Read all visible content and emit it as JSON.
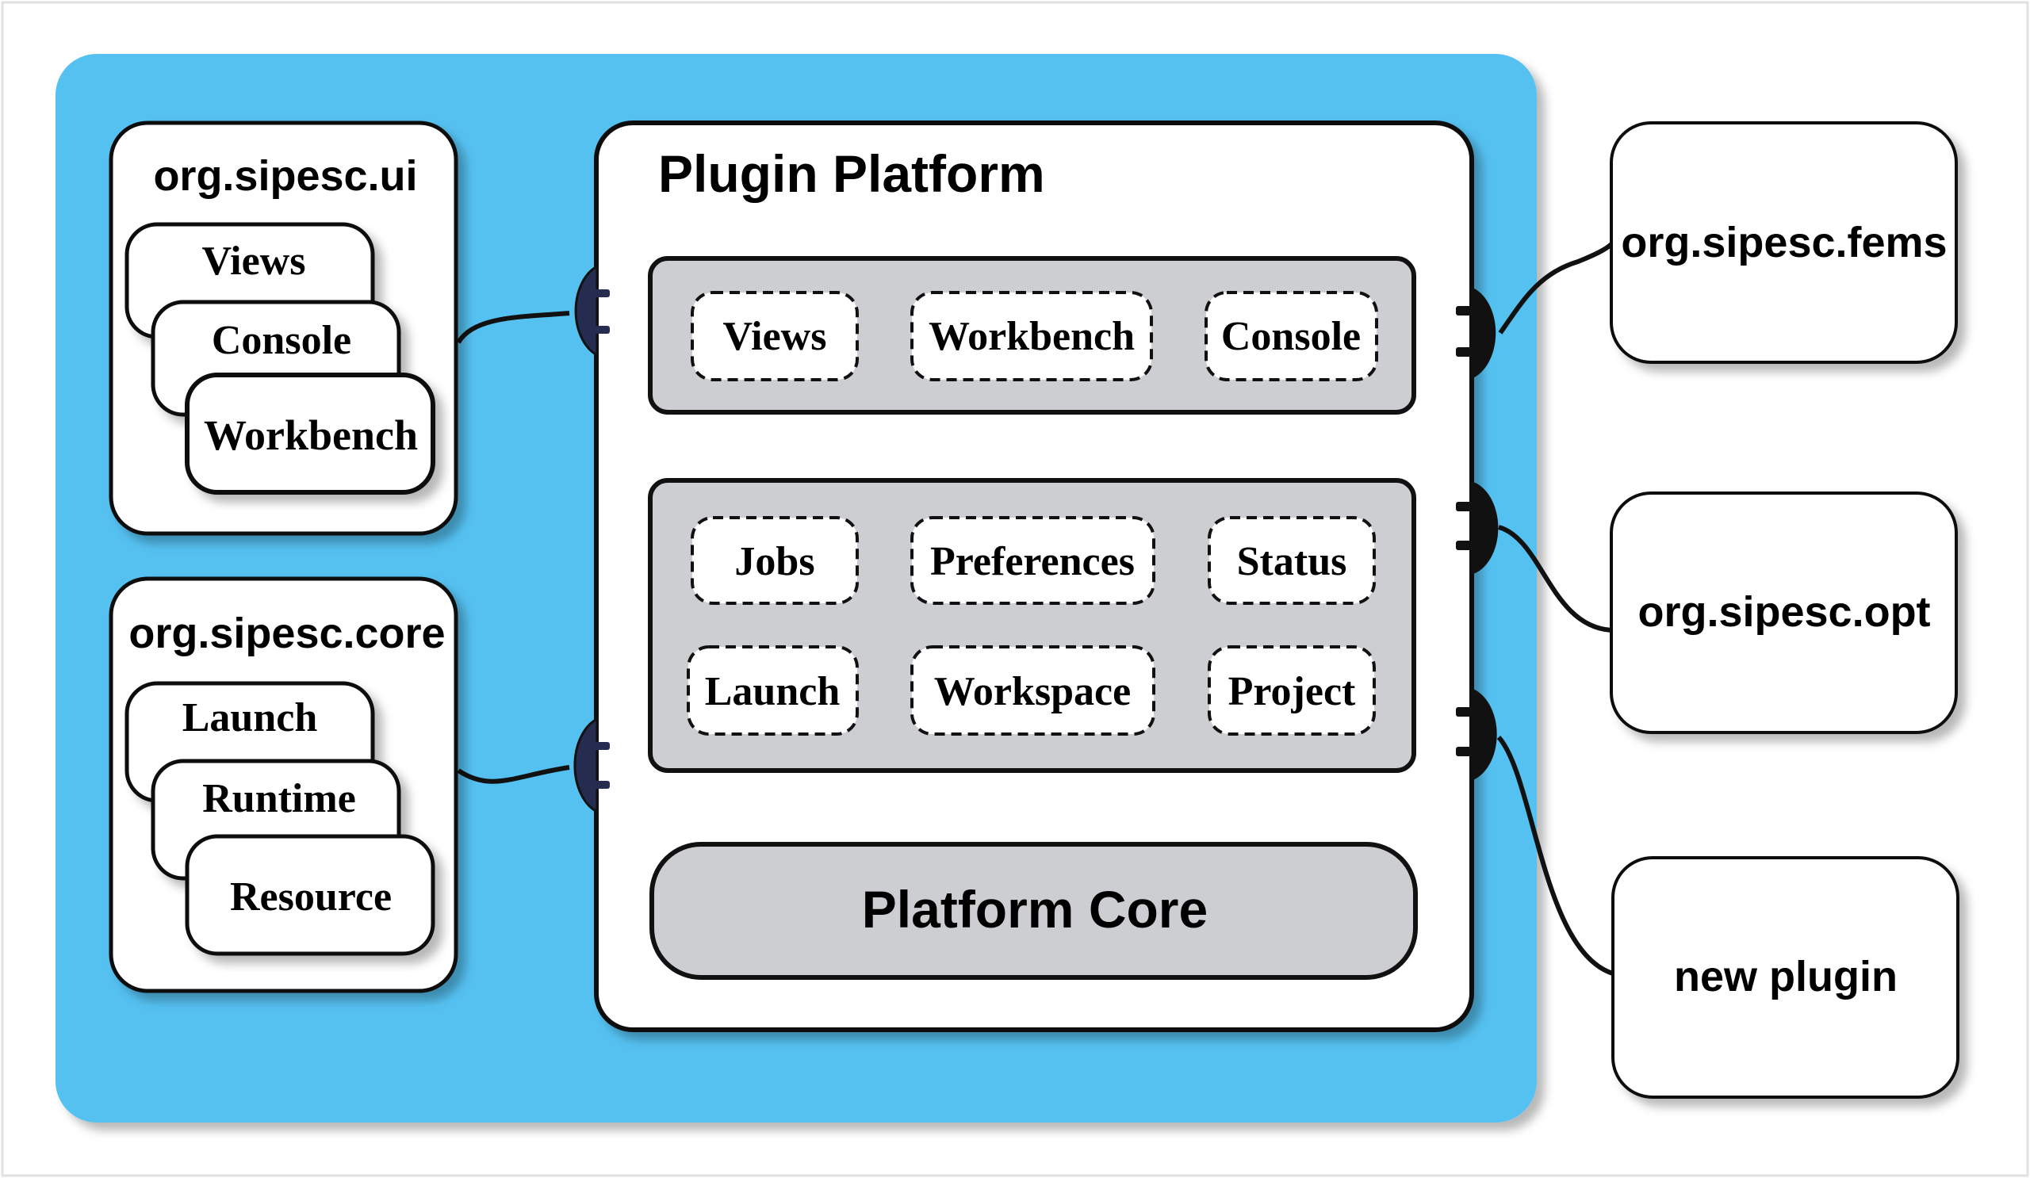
{
  "colors": {
    "background": "#ffffff",
    "canvas_blue": "#55c1f1",
    "panel_white": "#ffffff",
    "group_gray": "#cdced2",
    "connector_navy": "#262b50",
    "connector_black": "#111111",
    "stroke": "#111111"
  },
  "platform": {
    "title": "Plugin Platform",
    "ui_group": {
      "items": [
        "Views",
        "Workbench",
        "Console"
      ]
    },
    "service_group": {
      "row1": [
        "Jobs",
        "Preferences",
        "Status"
      ],
      "row2": [
        "Launch",
        "Workspace",
        "Project"
      ]
    },
    "core": {
      "label": "Platform Core"
    }
  },
  "ui_plugin": {
    "title": "org.sipesc.ui",
    "cards": [
      "Views",
      "Console",
      "Workbench"
    ]
  },
  "core_plugin": {
    "title": "org.sipesc.core",
    "cards": [
      "Launch",
      "Runtime",
      "Resource"
    ]
  },
  "external_plugins": [
    "org.sipesc.fems",
    "org.sipesc.opt",
    "new plugin"
  ]
}
